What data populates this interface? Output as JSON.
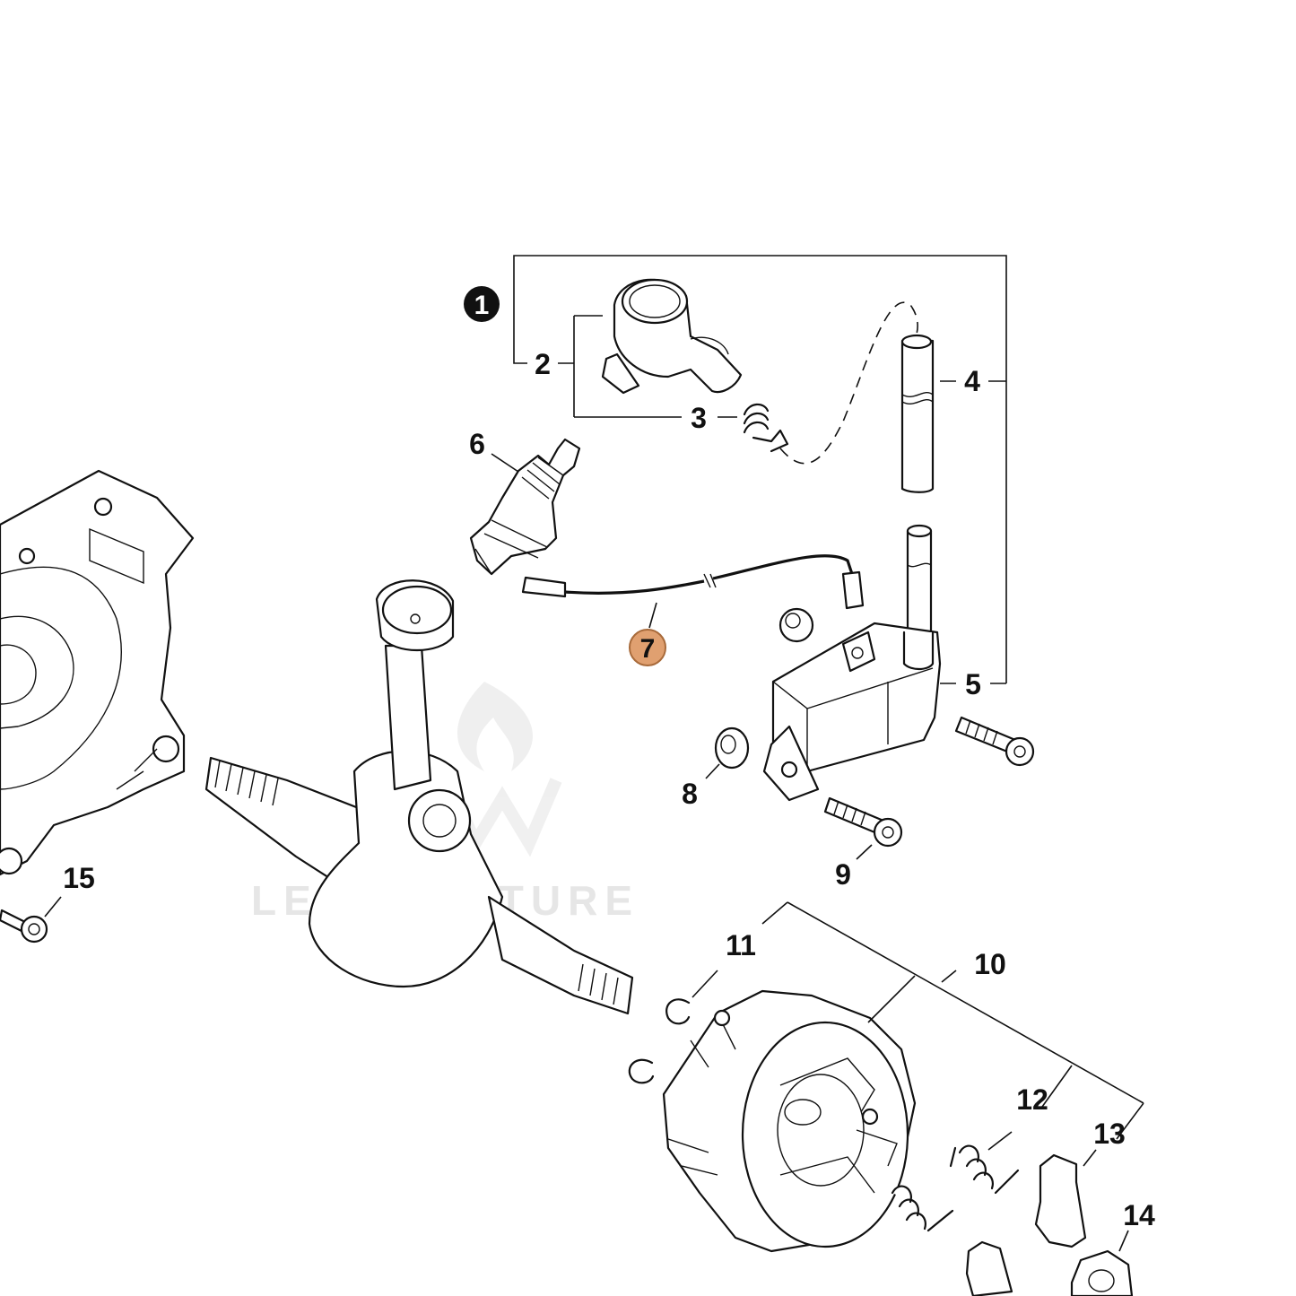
{
  "watermark": "LEADVENTURE",
  "highlight_color": "#e0a070",
  "callouts": {
    "c1": "1",
    "c2": "2",
    "c3": "3",
    "c4": "4",
    "c5": "5",
    "c6": "6",
    "c7": "7",
    "c8": "8",
    "c9": "9",
    "c10": "10",
    "c11": "11",
    "c12": "12",
    "c13": "13",
    "c14": "14",
    "c15": "15"
  }
}
